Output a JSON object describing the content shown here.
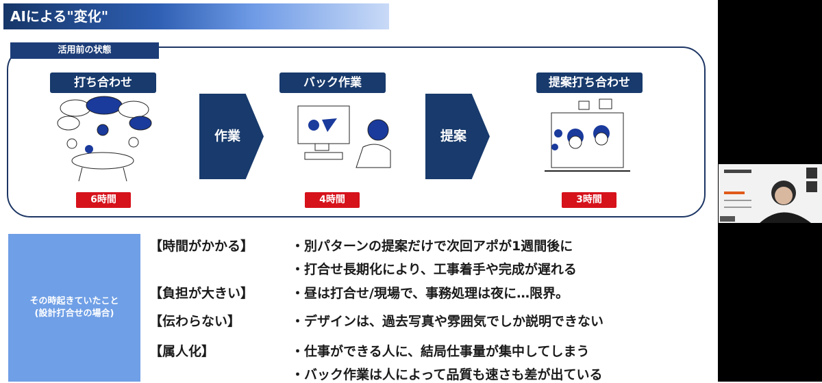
{
  "slide": {
    "title": "AIによる\"変化\"",
    "section_label": "活用前の状態",
    "steps": [
      {
        "title": "打ち合わせ",
        "time": "6時間"
      },
      {
        "title": "バック作業",
        "time": "4時間"
      },
      {
        "title": "提案打ち合わせ",
        "time": "3時間"
      }
    ],
    "arrows": [
      "作業",
      "提案"
    ],
    "context_box": [
      "その時起きていたこと",
      "(設計打合せの場合)"
    ],
    "issues": [
      {
        "label": "【時間がかかる】",
        "bullets": [
          "・別パターンの提案だけで次回アポが1週間後に",
          "・打合せ長期化により、工事着手や完成が遅れる"
        ]
      },
      {
        "label": "【負担が大きい】",
        "bullets": [
          "・昼は打合せ/現場で、事務処理は夜に…限界。"
        ]
      },
      {
        "label": "【伝わらない】",
        "bullets": [
          "・デザインは、過去写真や雰囲気でしか説明できない"
        ]
      },
      {
        "label": "【属人化】",
        "bullets": [
          "・仕事ができる人に、結局仕事量が集中してしまう",
          "・バック作業は人によって品質も速さも差が出ている"
        ]
      }
    ]
  },
  "colors": {
    "navy": "#183a6c",
    "red": "#d6121b",
    "light_blue": "#6f9fe6"
  }
}
